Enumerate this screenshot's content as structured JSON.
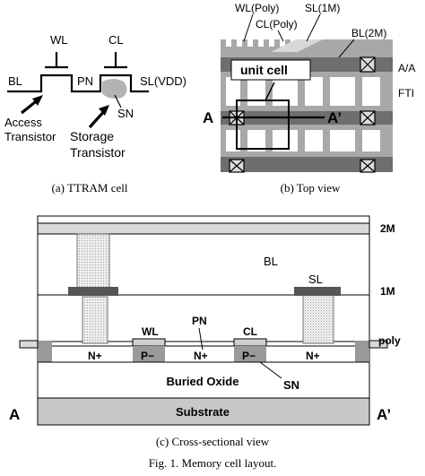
{
  "panel_a": {
    "caption": "(a) TTRAM cell",
    "labels": {
      "wl": "WL",
      "cl": "CL",
      "bl": "BL",
      "pn": "PN",
      "sl": "SL(VDD)",
      "sn": "SN",
      "access_1": "Access",
      "access_2": "Transistor",
      "storage_1": "Storage",
      "storage_2": "Transistor"
    }
  },
  "panel_b": {
    "caption": "(b) Top view",
    "labels": {
      "wl_poly": "WL(Poly)",
      "cl_poly": "CL(Poly)",
      "sl_1m": "SL(1M)",
      "bl_2m": "BL(2M)",
      "unit_cell": "unit cell",
      "aa": "A/A",
      "fti": "FTI",
      "a": "A",
      "a_prime": "A’"
    }
  },
  "panel_c": {
    "caption": "(c) Cross-sectional view",
    "labels": {
      "bl": "BL",
      "sl": "SL",
      "wl": "WL",
      "pn": "PN",
      "cl": "CL",
      "sn": "SN",
      "n1": "N+",
      "p1": "P−",
      "n2": "N+",
      "p2": "P−",
      "n3": "N+",
      "buried_oxide": "Buried Oxide",
      "substrate": "Substrate",
      "a": "A",
      "a_prime": "A’",
      "layer_2m": "2M",
      "layer_1m": "1M",
      "layer_poly": "poly"
    }
  },
  "figure_caption": "Fig. 1. Memory cell layout.",
  "colors": {
    "light_gray": "#d9d9d9",
    "mid_gray": "#a6a6a6",
    "dark_gray": "#6e6e6e",
    "darker_gray": "#4d4d4d",
    "contact_fill": "#e3e3e3"
  }
}
